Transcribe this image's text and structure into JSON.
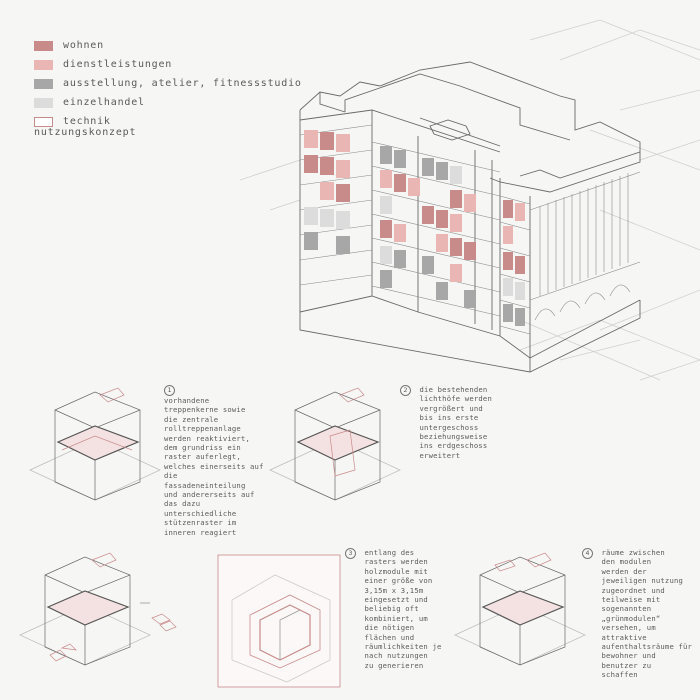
{
  "legend": {
    "items": [
      {
        "label": "wohnen",
        "color": "#c98a8a",
        "border": "#c98a8a"
      },
      {
        "label": "dienstleistungen",
        "color": "#e9b6b4",
        "border": "#e9b6b4"
      },
      {
        "label": "ausstellung, atelier, fitnessstudio",
        "color": "#a7a7a7",
        "border": "#a7a7a7"
      },
      {
        "label": "einzelhandel",
        "color": "#dcdcdc",
        "border": "#dcdcdc"
      },
      {
        "label": "technik",
        "color": "#ffffff",
        "border": "#c98a8a"
      }
    ],
    "title": "nutzungskonzept"
  },
  "steps": [
    {
      "number": "1",
      "text": "vorhandene\ntreppenkerne sowie\ndie zentrale\nrolltreppenanlage\nwerden reaktiviert,\ndem grundriss ein\nraster auferlegt,\nwelches einerseits auf\ndie\nfassadeneinteilung\nund andererseits auf\ndas dazu\nunterschiedliche\nstützenraster im\ninneren reagiert"
    },
    {
      "number": "2",
      "text": "die bestehenden\nlichthöfe werden\nvergrößert und\nbis ins erste\nuntergeschoss\nbeziehungsweise\nins erdgeschoss\nerweitert"
    },
    {
      "number": "3",
      "text": "entlang des\nrasters werden\nholzmodule mit\neiner größe von\n3,15m x 3,15m\neingesetzt und\nbeliebig oft\nkombiniert, um\ndie nötigen\nflächen und\nräumlichkeiten je\nnach nutzungen\nzu generieren"
    },
    {
      "number": "4",
      "text": "räume zwischen\nden modulen\nwerden der\njeweiligen nutzung\nzugeordnet und\nteilweise mit\nsogenannten\n„grünmodulen“\nversehen, um\nattraktive\naufenthaltsräume für\nbewohner und\nbenutzer zu\nschaffen"
    }
  ],
  "colors": {
    "line": "#6a6a6a",
    "faint": "#c9c9c9",
    "accent": "#c98a8a"
  }
}
